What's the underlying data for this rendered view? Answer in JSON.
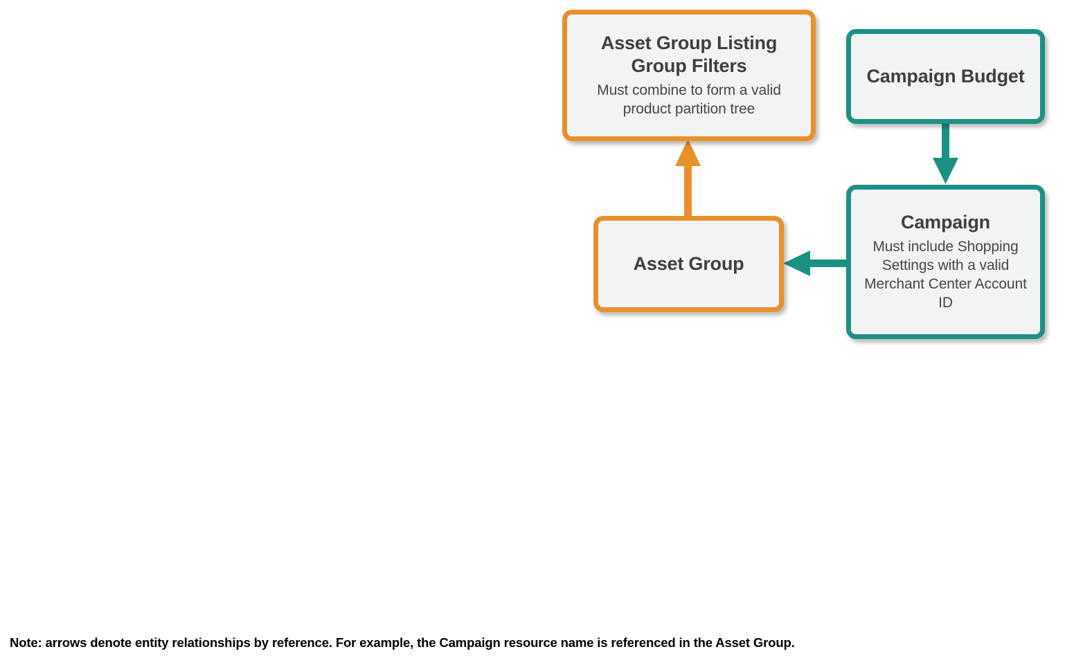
{
  "diagram": {
    "type": "entity-relationship",
    "background_color": "#FFFFFF",
    "node_fill_color": "#F1F3F4",
    "orange_color": "#E8912C",
    "teal_color": "#1B9184",
    "title_text_color": "#3C4043",
    "nodes": [
      {
        "id": "asset-group-listing-group-filters",
        "title": "Asset Group Listing Group Filters",
        "description": "Must combine to form a valid product partition tree",
        "accent": "#E8912C"
      },
      {
        "id": "campaign-budget",
        "title": "Campaign Budget",
        "description": "",
        "accent": "#1B9184"
      },
      {
        "id": "asset-group",
        "title": "Asset Group",
        "description": "",
        "accent": "#E8912C"
      },
      {
        "id": "campaign",
        "title": "Campaign",
        "description": "Must include Shopping Settings with a valid Merchant Center Account ID",
        "accent": "#1B9184"
      }
    ],
    "edges": [
      {
        "id": "asset-group-to-listing-group-filters",
        "from": "asset-group",
        "to": "asset-group-listing-group-filters",
        "direction": "up",
        "color": "#E8912C"
      },
      {
        "id": "campaign-budget-to-campaign",
        "from": "campaign-budget",
        "to": "campaign",
        "direction": "down",
        "color": "#1B9184"
      },
      {
        "id": "campaign-to-asset-group",
        "from": "campaign",
        "to": "asset-group",
        "direction": "left",
        "color": "#1B9184"
      }
    ]
  },
  "footnote": {
    "text": "Note: arrows denote entity relationships by reference. For example, the Campaign resource name is referenced in the Asset Group."
  }
}
